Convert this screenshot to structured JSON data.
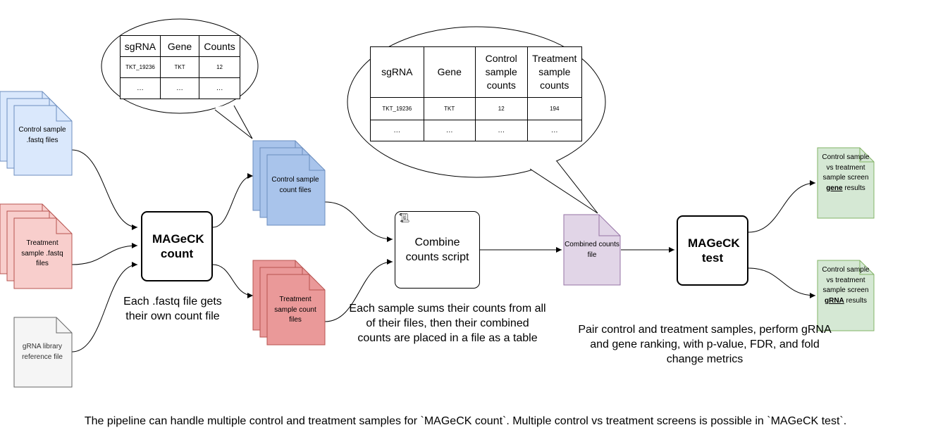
{
  "inputs": {
    "control_fastq": "Control sample .fastq files",
    "treatment_fastq": "Treatment sample .fastq files",
    "library": "gRNA library reference file"
  },
  "count_step": {
    "title": "MAGeCK count",
    "caption": "Each .fastq file gets their own count file"
  },
  "count_outputs": {
    "control": "Control sample count files",
    "treatment": "Treatment sample count files"
  },
  "count_table": {
    "headers": [
      "sgRNA",
      "Gene",
      "Counts"
    ],
    "rows": [
      [
        "TKT_19236",
        "TKT",
        "12"
      ],
      [
        "…",
        "…",
        "…"
      ]
    ]
  },
  "combine_step": {
    "title": "Combine counts script",
    "caption": "Each sample sums their counts from all of their files, then their combined counts are placed in a file as a table"
  },
  "combined_table": {
    "headers": [
      "sgRNA",
      "Gene",
      "Control sample counts",
      "Treatment sample counts"
    ],
    "rows": [
      [
        "TKT_19236",
        "TKT",
        "12",
        "194"
      ],
      [
        "…",
        "…",
        "…",
        "…"
      ]
    ]
  },
  "combined_file": "Combined counts file",
  "test_step": {
    "title": "MAGeCK test",
    "caption": "Pair control and treatment samples, perform gRNA and gene ranking, with p-value, FDR, and fold change metrics"
  },
  "results": {
    "gene_prefix": "Control sample vs treatment sample screen ",
    "gene_keyword": "gene",
    "grna_prefix": "Control sample vs treatment sample screen ",
    "grna_keyword": "gRNA",
    "suffix": "results"
  },
  "footer": "The pipeline can handle multiple control and treatment samples for `MAGeCK count`. Multiple control vs treatment screens is possible in `MAGeCK test`.",
  "colors": {
    "control_fill": "#dae8fc",
    "control_stroke": "#6c8ebf",
    "treatment_fill": "#f8cecc",
    "treatment_stroke": "#b85450",
    "control_count_fill": "#a9c4eb",
    "treatment_count_fill": "#ea9999",
    "library_fill": "#f5f5f5",
    "library_stroke": "#666666",
    "combined_fill": "#e1d5e7",
    "combined_stroke": "#9673a6",
    "result_fill": "#d5e8d4",
    "result_stroke": "#82b366"
  },
  "icons": [
    "script-icon"
  ]
}
